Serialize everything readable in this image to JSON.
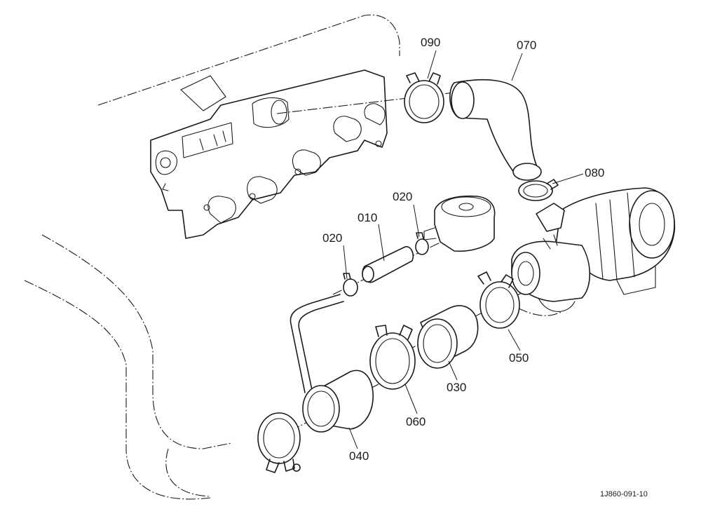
{
  "callouts": [
    {
      "id": "090",
      "text": "090"
    },
    {
      "id": "070",
      "text": "070"
    },
    {
      "id": "080",
      "text": "080"
    },
    {
      "id": "020a",
      "text": "020"
    },
    {
      "id": "010",
      "text": "010"
    },
    {
      "id": "020b",
      "text": "020"
    },
    {
      "id": "050",
      "text": "050"
    },
    {
      "id": "030",
      "text": "030"
    },
    {
      "id": "060",
      "text": "060"
    },
    {
      "id": "040",
      "text": "040"
    }
  ],
  "reference_code": "1J860-091-10"
}
